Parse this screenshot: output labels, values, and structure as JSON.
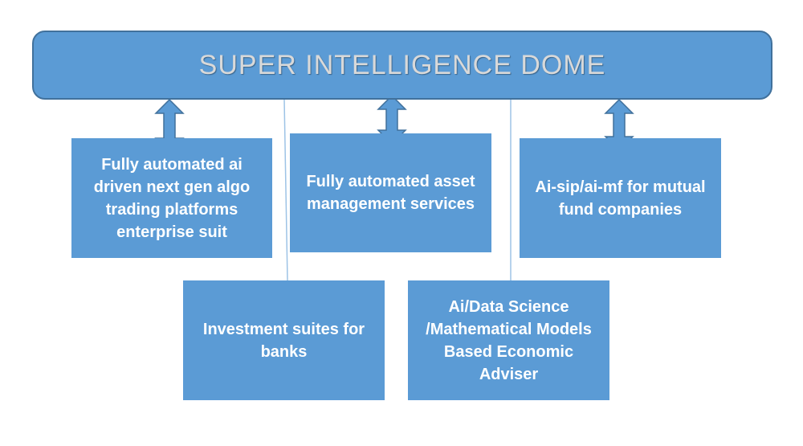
{
  "title": "SUPER INTELLIGENCE DOME",
  "boxes": {
    "algo_trading": "Fully automated ai driven next gen algo trading platforms enterprise suit",
    "asset_management": "Fully automated asset management services",
    "ai_sip": "Ai-sip/ai-mf for mutual fund companies",
    "investment_suites": "Investment suites for banks",
    "economic_adviser": "Ai/Data Science /Mathematical Models Based Economic Adviser"
  },
  "colors": {
    "box_fill": "#5b9bd5",
    "box_border": "#41719c",
    "title_text": "#d9d9d9",
    "box_text": "#ffffff",
    "connector": "#9dc3e6"
  }
}
